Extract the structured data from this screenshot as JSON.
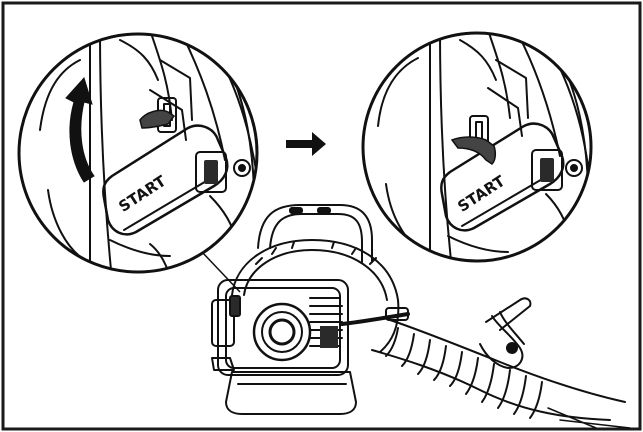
{
  "colors": {
    "frame": "#1a1a1a",
    "line": "#111111",
    "background": "#ffffff",
    "lever": "#444444",
    "shade": "#2a2a2a"
  },
  "callout_before": {
    "label": "START",
    "lever_position": "up"
  },
  "callout_after": {
    "label": "START",
    "lever_position": "down"
  },
  "icons": {
    "rotate_arrow": "curved-arrow-icon",
    "direction_arrow": "right-arrow-icon"
  }
}
